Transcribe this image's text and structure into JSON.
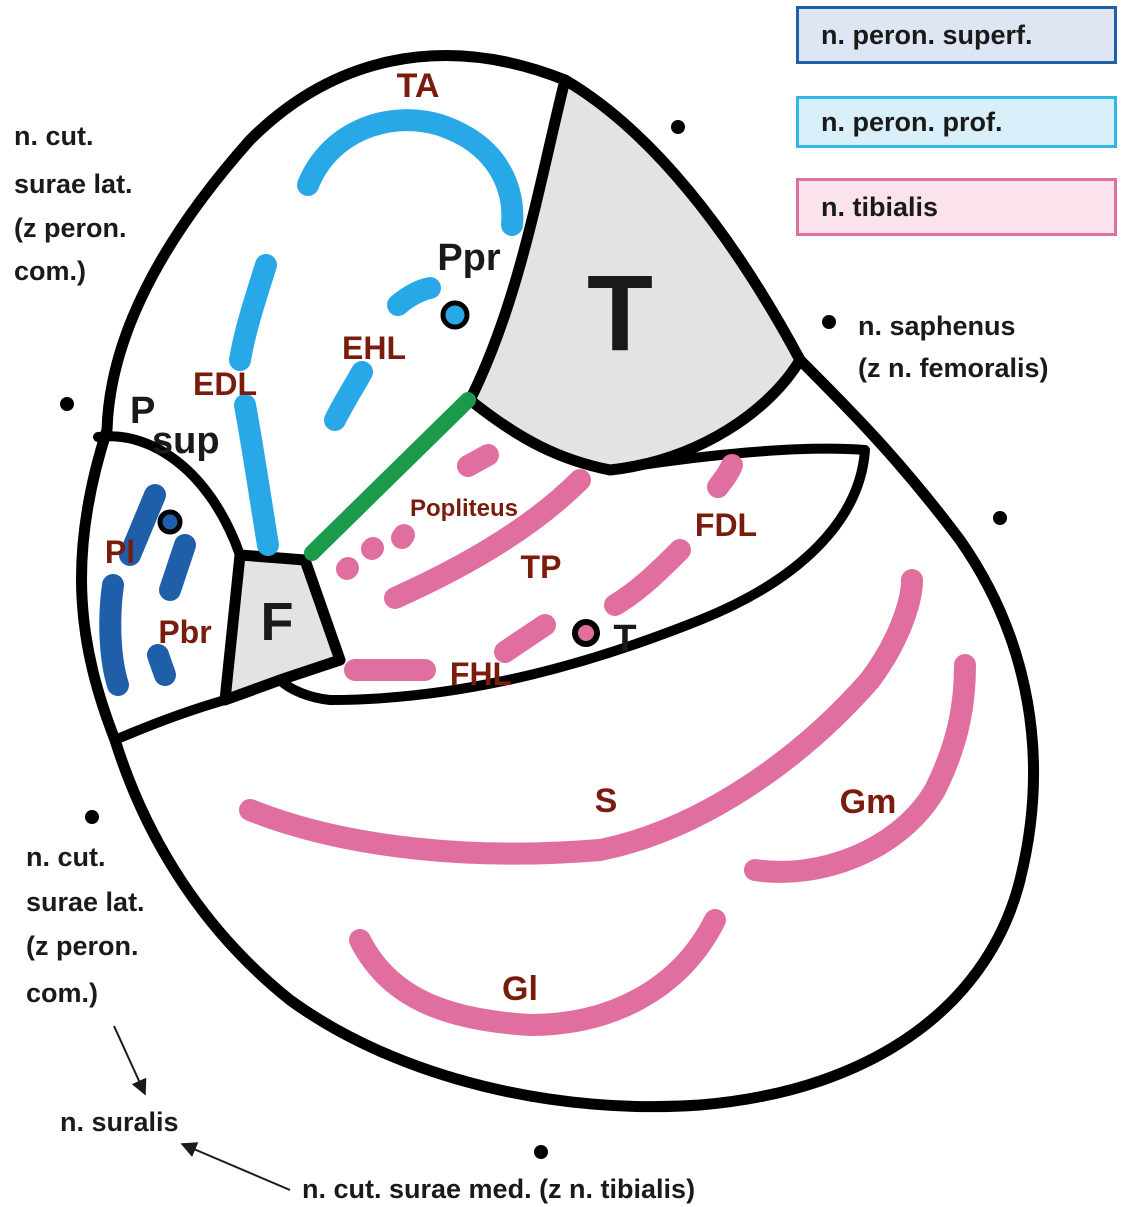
{
  "legend": {
    "superf": {
      "label": "n. peron. superf.",
      "border": "#1f5faa",
      "fill": "#dde6f2"
    },
    "prof": {
      "label": "n. peron. prof.",
      "border": "#33b5e8",
      "fill": "#d9f0fa"
    },
    "tib": {
      "label": "n. tibialis",
      "border": "#e06fa0",
      "fill": "#fbe3ee"
    }
  },
  "colors": {
    "peron_superf": "#1f5faa",
    "peron_prof": "#29a8e8",
    "tibialis": "#e06fa0",
    "membrane": "#1b9a4c",
    "bone": "#e3e3e3",
    "outline": "#000000",
    "muscle_label": "#7a1c0c"
  },
  "bones": {
    "tibia": "T",
    "fibula": "F"
  },
  "muscles": {
    "ta": "TA",
    "edl": "EDL",
    "ehl": "EHL",
    "ppr": "Ppr",
    "psup_p": "P",
    "psup_sub": "sup",
    "pl": "Pl",
    "pbr": "Pbr",
    "popliteus": "Popliteus",
    "tp": "TP",
    "fdl": "FDL",
    "fhl": "FHL",
    "t_nerve": "T",
    "s": "S",
    "gm": "Gm",
    "gl": "Gl"
  },
  "nerves": {
    "cut_lat_top": [
      "n. cut.",
      "surae lat.",
      "(z peron.",
      "com.)"
    ],
    "saphenus": [
      "n. saphenus",
      "(z n. femoralis)"
    ],
    "cut_lat_bottom": [
      "n. cut.",
      "surae lat.",
      "(z peron.",
      "com.)"
    ],
    "suralis": "n. suralis",
    "cut_med": "n. cut. surae med. (z n. tibialis)"
  }
}
